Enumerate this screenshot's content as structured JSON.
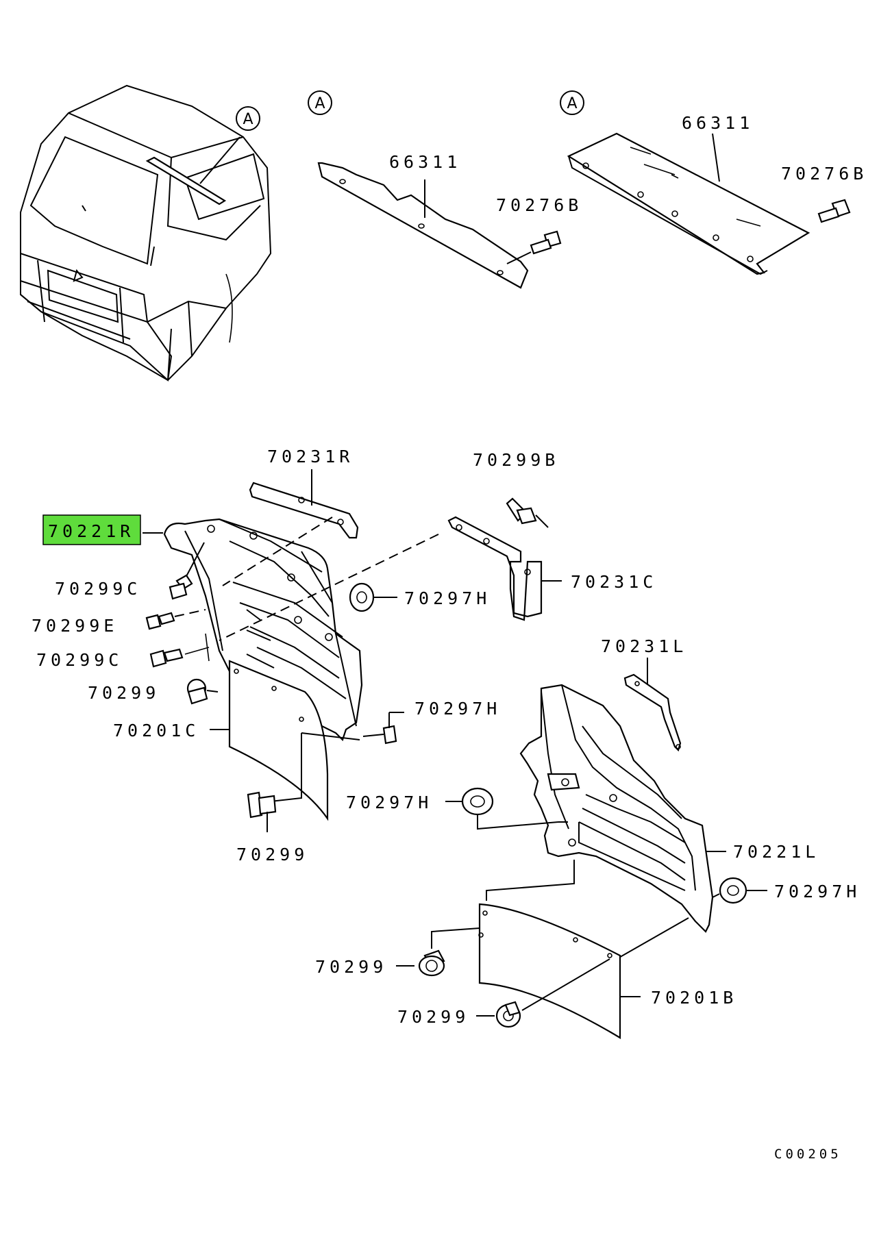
{
  "labels": {
    "ref_a_truck": "A",
    "ref_a_left": "A",
    "ref_a_right": "A",
    "strip_left": "66311",
    "strip_right": "66311",
    "bolt_left": "70276B",
    "bolt_right": "70276B",
    "bracket_r": "70231R",
    "bolt_b": "70299B",
    "fender_r": "70221R",
    "bolt_c1": "70299C",
    "washer_h1": "70297H",
    "bracket_c": "70231C",
    "bolt_e": "70299E",
    "bolt_c2": "70299C",
    "bracket_l": "70231L",
    "bolt_1": "70299",
    "clip_h2": "70297H",
    "flap_c": "70201C",
    "washer_h3": "70297H",
    "bolt_2": "70299",
    "fender_l": "70221L",
    "washer_h4": "70297H",
    "bolt_3": "70299",
    "flap_b": "70201B",
    "bolt_4": "70299",
    "diagram_code": "C00205"
  },
  "highlight_color": "#5fdc3c"
}
